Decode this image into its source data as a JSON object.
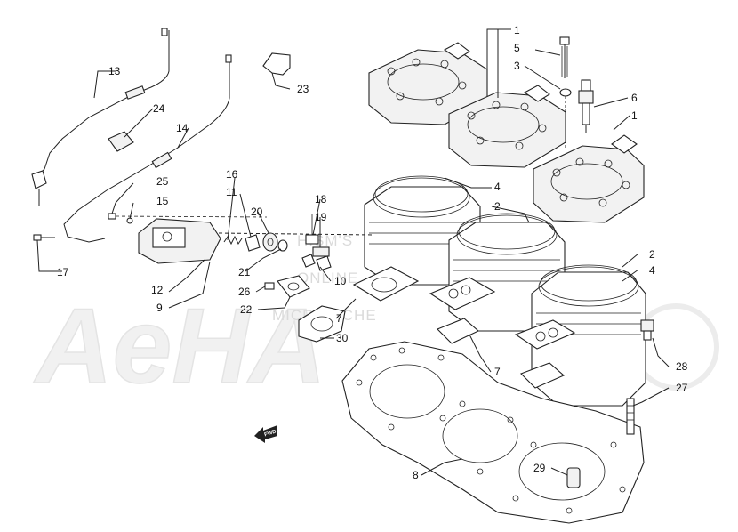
{
  "watermark": {
    "brand": "AeHA",
    "lines": [
      "HISM'S",
      "ONLINE",
      "MICROFICHE"
    ]
  },
  "fwd_arrow_text": "FWD",
  "callouts": [
    {
      "num": "1"
    },
    {
      "num": "5"
    },
    {
      "num": "3"
    },
    {
      "num": "6"
    },
    {
      "num": "1"
    },
    {
      "num": "13"
    },
    {
      "num": "23"
    },
    {
      "num": "24"
    },
    {
      "num": "14"
    },
    {
      "num": "4"
    },
    {
      "num": "2"
    },
    {
      "num": "2"
    },
    {
      "num": "4"
    },
    {
      "num": "16"
    },
    {
      "num": "11"
    },
    {
      "num": "20"
    },
    {
      "num": "18"
    },
    {
      "num": "19"
    },
    {
      "num": "25"
    },
    {
      "num": "15"
    },
    {
      "num": "17"
    },
    {
      "num": "21"
    },
    {
      "num": "10"
    },
    {
      "num": "26"
    },
    {
      "num": "12"
    },
    {
      "num": "9"
    },
    {
      "num": "22"
    },
    {
      "num": "7"
    },
    {
      "num": "30"
    },
    {
      "num": "7"
    },
    {
      "num": "28"
    },
    {
      "num": "27"
    },
    {
      "num": "8"
    },
    {
      "num": "29"
    }
  ]
}
